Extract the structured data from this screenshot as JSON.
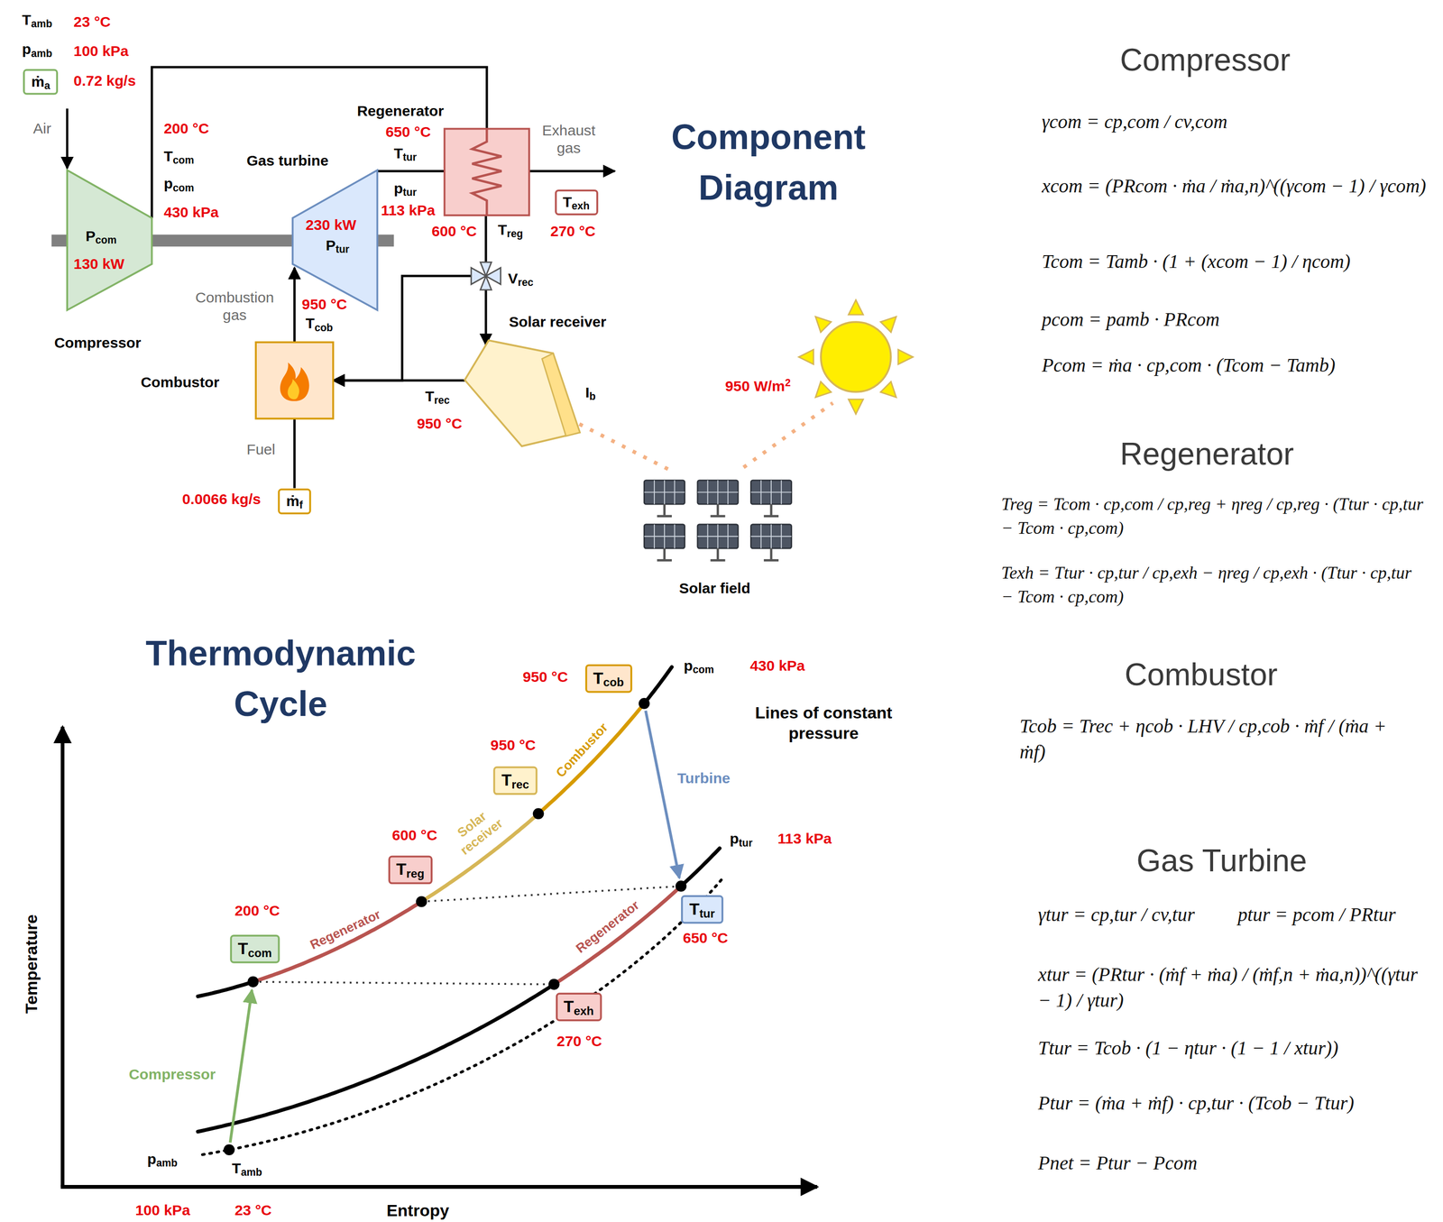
{
  "diagram": {
    "nodes": [
      {
        "text": [
          "ṁa"
        ]
      },
      {
        "text": [
          "Pcom",
          "130 kW",
          "Compressor"
        ]
      },
      {
        "text": [
          "230 kW",
          "Ptur",
          "Gas turbine"
        ]
      },
      {
        "text": [
          "Regenerator"
        ]
      },
      {
        "text": [
          "Texh"
        ]
      },
      {
        "text": [
          "Vrec"
        ]
      },
      {
        "text": [
          "Solar receiver"
        ]
      },
      {
        "text": [
          "Combustor"
        ]
      },
      {
        "text": [
          "ṁf"
        ]
      },
      {
        "text": [
          "Solar field"
        ]
      },
      {
        "text": [
          "Tcob"
        ]
      },
      {
        "text": [
          "Trec"
        ]
      },
      {
        "text": [
          "Treg"
        ]
      },
      {
        "text": [
          "Tcom"
        ]
      },
      {
        "text": [
          "Ttur"
        ]
      },
      {
        "text": [
          "Texh"
        ]
      }
    ],
    "edges": [
      {
        "from": 1,
        "to": 3,
        "arrow": "none"
      },
      {
        "from": 2,
        "to": 3,
        "arrow": "none"
      },
      {
        "from": 3,
        "to": 5,
        "arrow": "none"
      },
      {
        "from": 5,
        "to": 6,
        "arrow": "to"
      },
      {
        "from": 5,
        "to": 7,
        "arrow": "to"
      },
      {
        "from": 6,
        "to": 7,
        "arrow": "to"
      },
      {
        "from": 7,
        "to": 2,
        "arrow": "to"
      },
      {
        "from": 8,
        "to": 7,
        "arrow": "none"
      }
    ],
    "labels": [
      "Tamb",
      "23 °C",
      "pamb",
      "100 kPa",
      "0.72 kg/s",
      "Air",
      "200 °C",
      "Tcom",
      "pcom",
      "430 kPa",
      "650 °C",
      "Ttur",
      "ptur",
      "113 kPa",
      "Exhaust gas",
      "600 °C",
      "Treg",
      "270 °C",
      "Combustion gas",
      "950 °C",
      "Tcob",
      "Trec",
      "950 °C",
      "Fuel",
      "0.0066 kg/s",
      "Ib",
      "950 W/m2",
      "Component Diagram",
      "Thermodynamic Cycle",
      "Compressor",
      "γcom = cp,com / cv,com",
      "xcom = (PRcom · ṁa / ṁa,n)^((γcom − 1) / γcom)",
      "Tcom = Tamb · (1 + (xcom − 1) / ηcom)",
      "pcom = pamb · PRcom",
      "Pcom = ṁa · cp,com · (Tcom − Tamb)",
      "Regenerator",
      "Treg = Tcom · cp,com / cp,reg + ηreg / cp,reg · (Ttur · cp,tur − Tcom · cp,com)",
      "Texh = Ttur · cp,tur / cp,exh − ηreg / cp,exh · (Ttur · cp,tur − Tcom · cp,com)",
      "Combustor",
      "Tcob = Trec + ηcob · LHV / cp,cob · ṁf / (ṁa + ṁf)",
      "Gas Turbine",
      "γtur = cp,tur / cv,tur",
      "ptur = pcom / PRtur",
      "xtur = (PRtur · (ṁf + ṁa) / (ṁf,n + ṁa,n))^((γtur − 1) / γtur)",
      "Ttur = Tcob · (1 − ηtur · (1 − 1 / xtur))",
      "Ptur = (ṁa + ṁf) · cp,tur · (Tcob − Ttur)",
      "Pnet = Ptur − Pcom",
      "950 °C",
      "Combustor",
      "950 °C",
      "Solar receiver",
      "600 °C",
      "Regenerator",
      "200 °C",
      "Regenerator",
      "Turbine",
      "pcom",
      "430 kPa",
      "Lines of constant pressure",
      "ptur",
      "113 kPa",
      "650 °C",
      "270 °C",
      "Compressor",
      "Temperature",
      "pamb",
      "Tamb",
      "100 kPa",
      "23 °C",
      "Entropy"
    ]
  }
}
